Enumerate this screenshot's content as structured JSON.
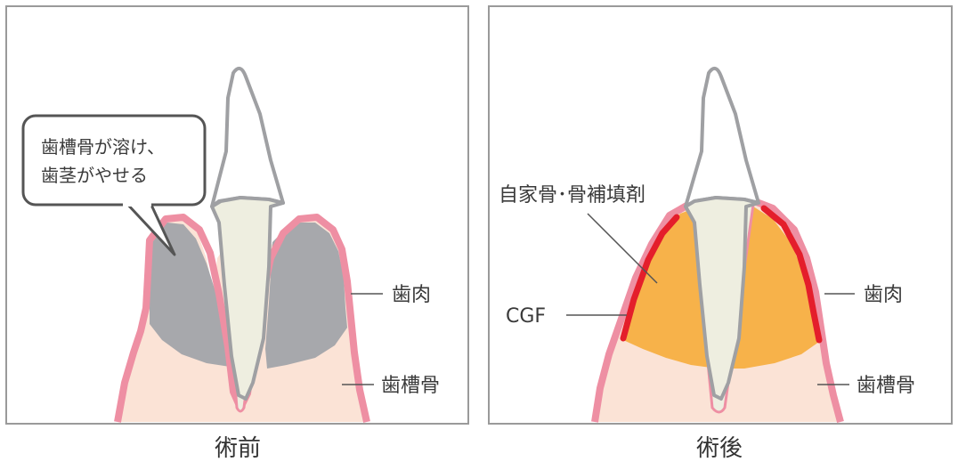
{
  "before_panel": {
    "caption": "術前",
    "callout_line1": "歯槽骨が溶け、",
    "callout_line2": "歯茎がやせる",
    "label_gum": "歯肉",
    "label_bone": "歯槽骨"
  },
  "after_panel": {
    "caption": "術後",
    "label_graft": "自家骨･骨補填剤",
    "label_cgf": "CGF",
    "label_gum": "歯肉",
    "label_bone": "歯槽骨"
  },
  "colors": {
    "gum_outline": "#ee8fa3",
    "bone_fill": "#fbe3d6",
    "lost_bone_gray": "#a7a8ac",
    "graft_orange": "#f7b24a",
    "cgf_red": "#e41e2b",
    "tooth_fill": "#eeeee0",
    "tooth_outline": "#9fa0a3",
    "frame": "#9a9a9a"
  }
}
